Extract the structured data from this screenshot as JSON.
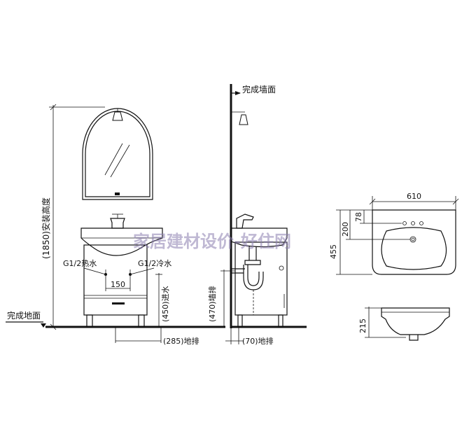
{
  "labels": {
    "install_height": "(1850)安装高度",
    "hot_water": "G1/2热水",
    "cold_water": "G1/2冷水",
    "pipe_spacing": "150",
    "inlet_height": "(450)进水",
    "floor": "完成地面",
    "floor_drain_left": "(285)地排",
    "wall": "完成墙面",
    "wall_drain": "(470)墙排",
    "floor_drain_right": "(70)地排",
    "basin_width": "610",
    "dim_200": "200",
    "dim_78": "78",
    "dim_455": "455",
    "dim_215": "215"
  },
  "watermark": "家居建材设价-好住网"
}
